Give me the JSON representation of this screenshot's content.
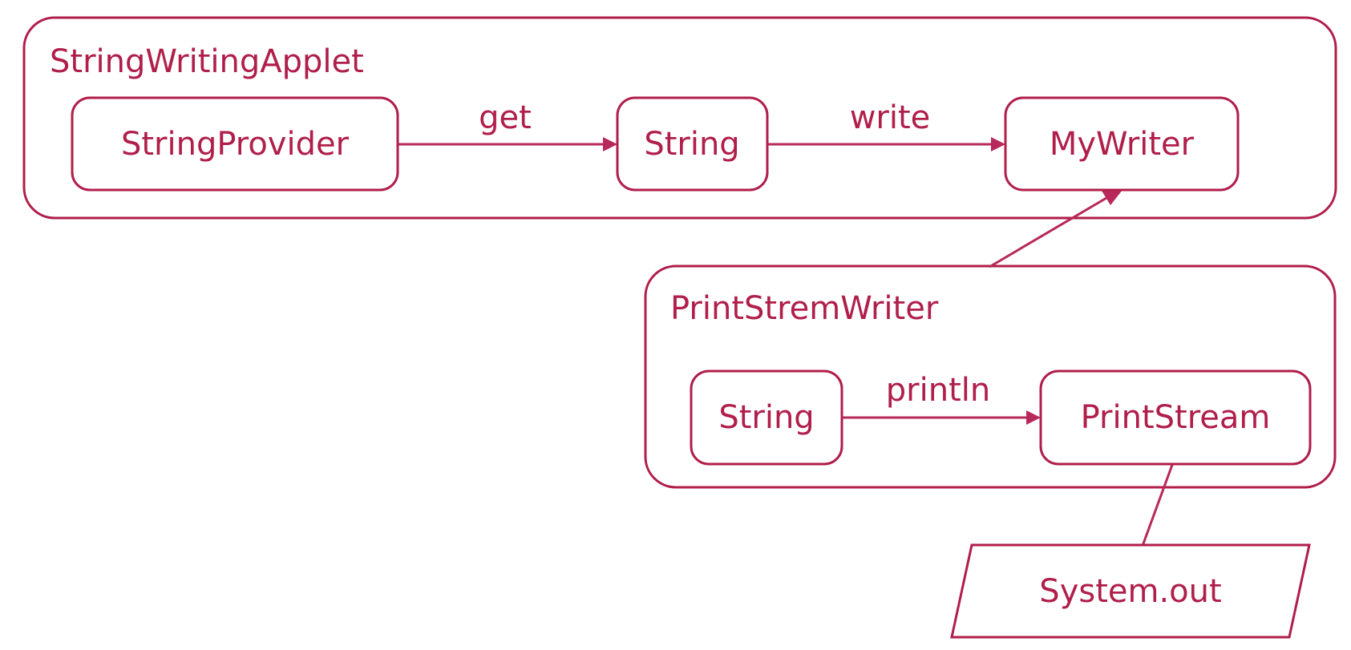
{
  "groups": {
    "applet": "StringWritingApplet",
    "printstream_writer": "PrintStremWriter"
  },
  "nodes": {
    "string_provider": "StringProvider",
    "applet_string": "String",
    "my_writer": "MyWriter",
    "writer_string": "String",
    "print_stream": "PrintStream",
    "system_out": "System.out"
  },
  "edges": {
    "get": "get",
    "write": "write",
    "println": "println"
  },
  "colors": {
    "stroke": "#b01e4a",
    "arrow": "#b8285a"
  }
}
